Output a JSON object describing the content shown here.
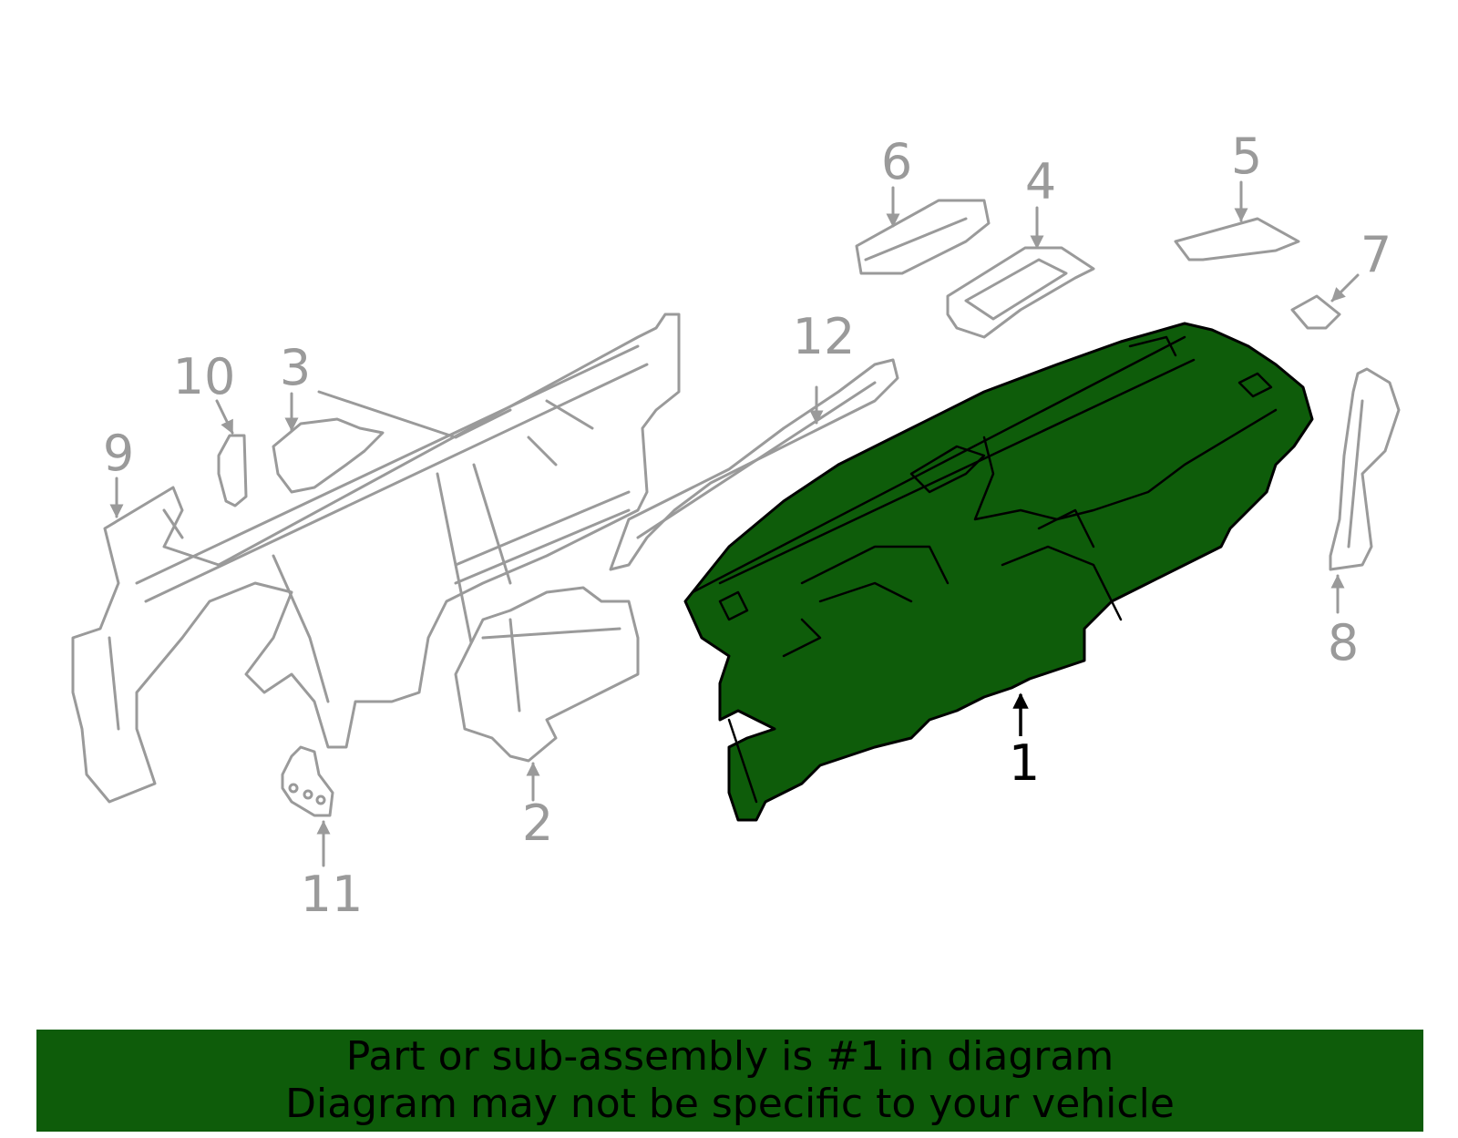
{
  "colors": {
    "highlight": "#0e5c0a",
    "banner": "#0e5c0a",
    "ghost_lines": "#9a9a9a",
    "highlight_label": "#000000"
  },
  "callouts": {
    "c1": "1",
    "c2": "2",
    "c3": "3",
    "c4": "4",
    "c5": "5",
    "c6": "6",
    "c7": "7",
    "c8": "8",
    "c9": "9",
    "c10": "10",
    "c11": "11",
    "c12": "12"
  },
  "highlighted_part": "1",
  "banner": {
    "line1": "Part or sub-assembly is #1 in diagram",
    "line2": "Diagram may not be specific to your vehicle"
  }
}
